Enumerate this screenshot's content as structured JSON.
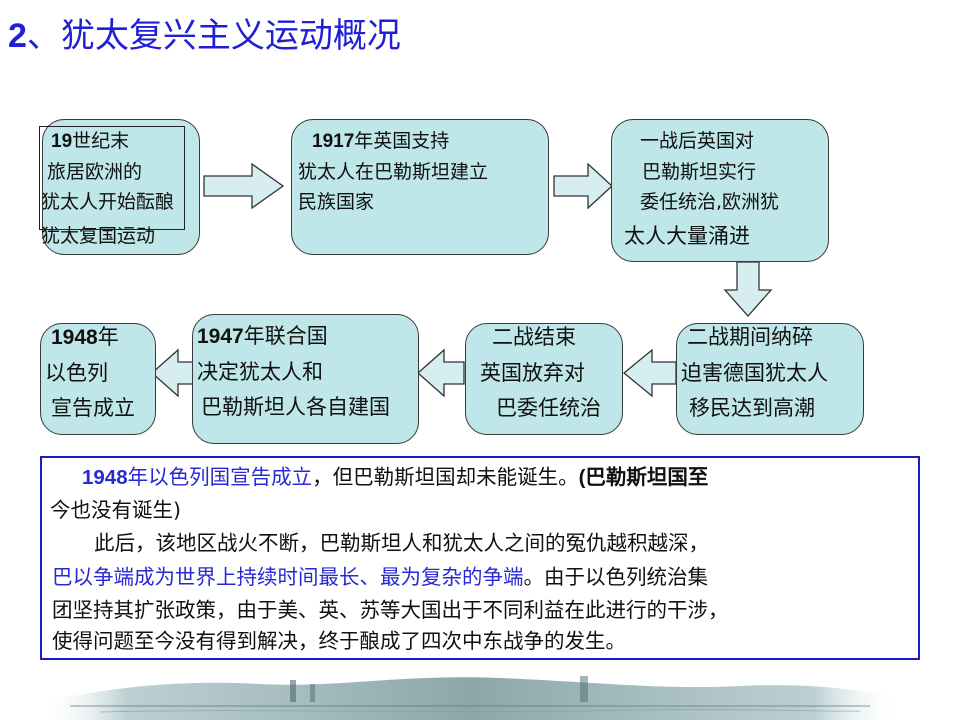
{
  "title": {
    "num": "2",
    "text": "、犹太复兴主义运动概况"
  },
  "flow": {
    "b1": {
      "l1_num": "19",
      "l1_text": "世纪末",
      "l2": "旅居欧洲的",
      "l3": "犹太人开始酝酿",
      "l4": "犹太复国运动"
    },
    "b2": {
      "l1_num": "1917",
      "l1_text": "年英国支持",
      "l2": "犹太人在巴勒斯坦建立",
      "l3": "民族国家"
    },
    "b3": {
      "l1": "一战后英国对",
      "l2": "巴勒斯坦实行",
      "l3": "委任统治,欧洲犹",
      "l4": "太人大量涌进"
    },
    "b4": {
      "l1": "二战期间纳碎",
      "l2": "迫害德国犹太人",
      "l3": "移民达到高潮"
    },
    "b5": {
      "l1": "二战结束",
      "l2": "英国放弃对",
      "l3": "巴委任统治"
    },
    "b6": {
      "l1_num": "1947",
      "l1_text": "年联合国",
      "l2": "决定犹太人和",
      "l3": "巴勒斯坦人各自建国"
    },
    "b7": {
      "l1_num": "1948",
      "l1_text": "年",
      "l2": "以色列",
      "l3": "宣告成立"
    }
  },
  "note": {
    "p1_num": "1948",
    "p1_blue": "年以色列国宣告成立",
    "p1_rest": "，但巴勒斯坦国却未能诞生。",
    "p1_paren": "(巴勒斯坦国至",
    "p2": "今也没有诞生)",
    "p3": "此后，该地区战火不断，巴勒斯坦人和犹太人之间的冤仇越积越深，",
    "p4_blue": "巴以争端成为世界上持续时间最长、最为复杂的争端",
    "p4_rest": "。由于以色列统治集",
    "p5": "团坚持其扩张政策，由于美、英、苏等大国出于不同利益在此进行的干涉，",
    "p6": "使得问题至今没有得到解决，终于酿成了四次中东战争的发生。"
  },
  "colors": {
    "title": "#1f1fd6",
    "box_fill": "#bfe6e8",
    "arrow_fill": "#d6eef0",
    "note_border": "#1b1bc8",
    "highlight": "#2929d4"
  }
}
